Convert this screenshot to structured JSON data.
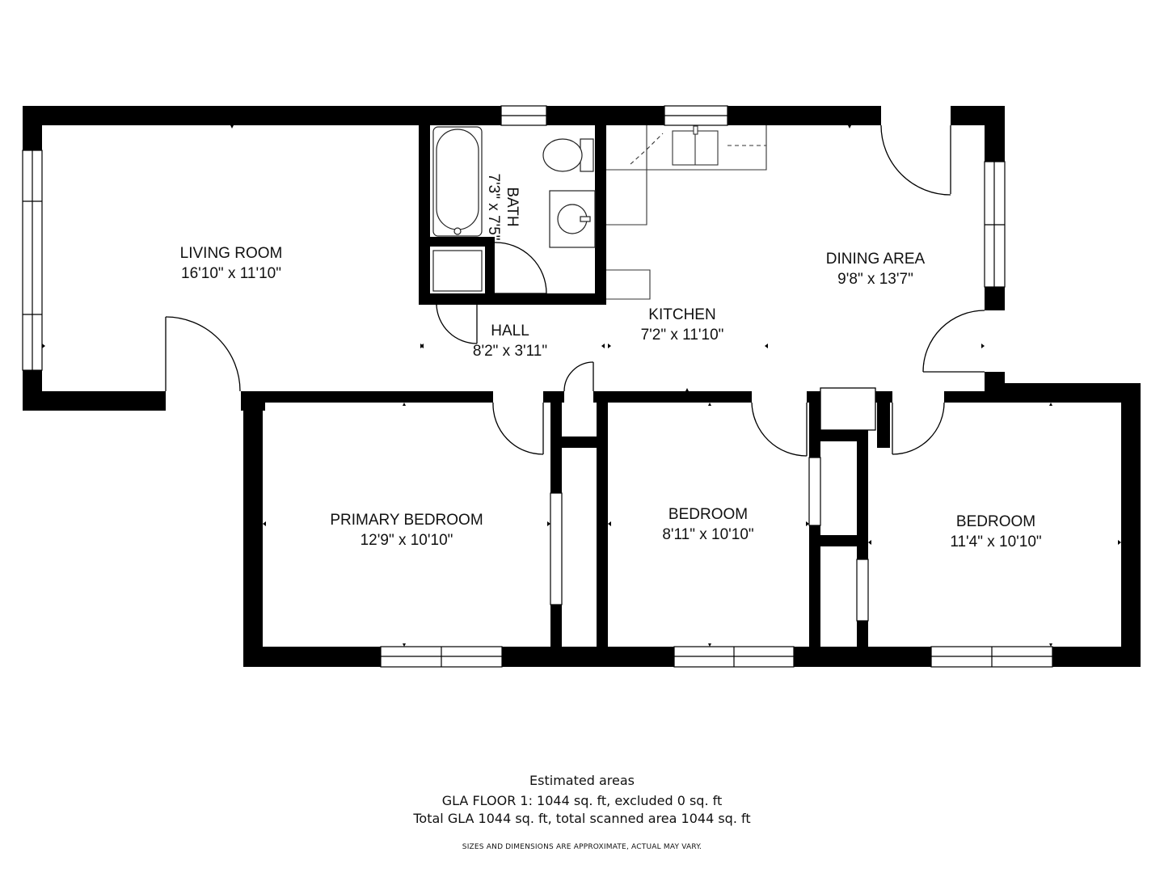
{
  "rooms": {
    "living": {
      "name": "LIVING ROOM",
      "dims": "16'10\" x 11'10\""
    },
    "bath": {
      "name": "BATH",
      "dims": "7'3\" x 7'5\""
    },
    "hall": {
      "name": "HALL",
      "dims": "8'2\" x 3'11\""
    },
    "kitchen": {
      "name": "KITCHEN",
      "dims": "7'2\" x 11'10\""
    },
    "dining": {
      "name": "DINING AREA",
      "dims": "9'8\" x 13'7\""
    },
    "primary_bedroom": {
      "name": "PRIMARY BEDROOM",
      "dims": "12'9\" x 10'10\""
    },
    "bedroom_2": {
      "name": "BEDROOM",
      "dims": "8'11\" x 10'10\""
    },
    "bedroom_3": {
      "name": "BEDROOM",
      "dims": "11'4\" x 10'10\""
    }
  },
  "footer": {
    "heading": "Estimated areas",
    "line1": "GLA FLOOR 1: 1044 sq. ft, excluded 0 sq. ft",
    "line2": "Total GLA 1044 sq. ft, total scanned area 1044 sq. ft",
    "disclaimer": "SIZES AND DIMENSIONS ARE APPROXIMATE, ACTUAL MAY VARY."
  },
  "colors": {
    "wall": "#000000",
    "background": "#ffffff",
    "fixture_stroke": "#222222"
  }
}
